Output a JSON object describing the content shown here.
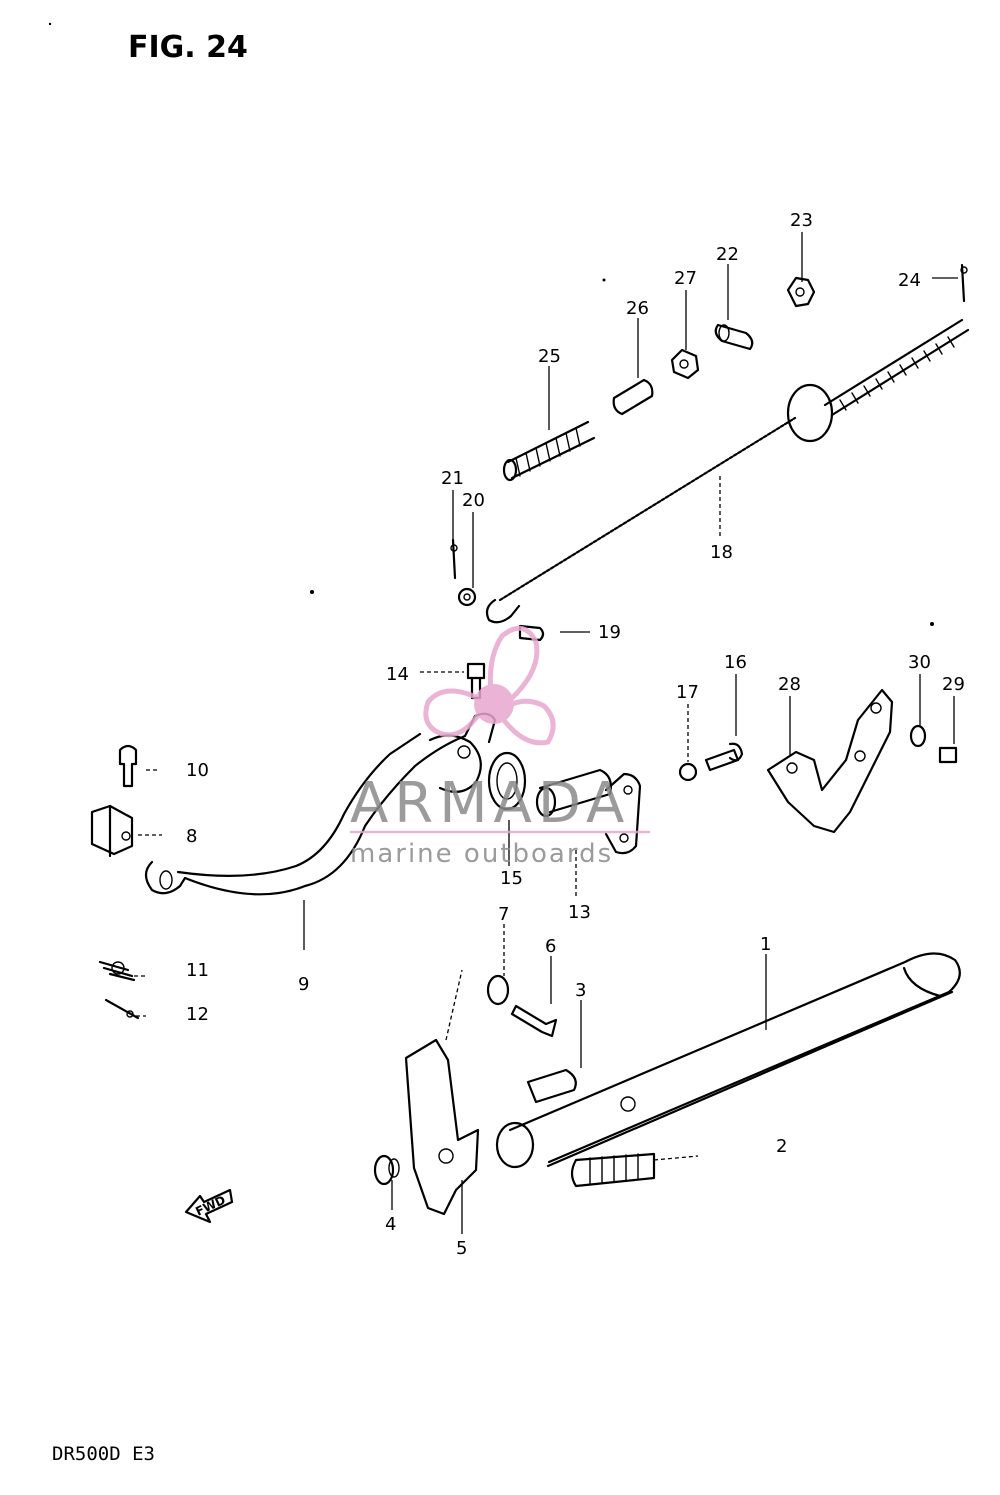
{
  "figure": {
    "title": "FIG. 24",
    "model_code": "DR500D E3",
    "direction_marker": "FWD"
  },
  "watermark": {
    "brand": "ARMADA",
    "tagline": "marine outboards",
    "accent_color": "#e8a6cf",
    "text_color": "#8a8a8a"
  },
  "callouts": [
    "1",
    "2",
    "3",
    "4",
    "5",
    "6",
    "7",
    "8",
    "9",
    "10",
    "11",
    "12",
    "13",
    "14",
    "15",
    "16",
    "17",
    "18",
    "19",
    "20",
    "21",
    "22",
    "23",
    "24",
    "25",
    "26",
    "27",
    "28",
    "29",
    "30"
  ]
}
